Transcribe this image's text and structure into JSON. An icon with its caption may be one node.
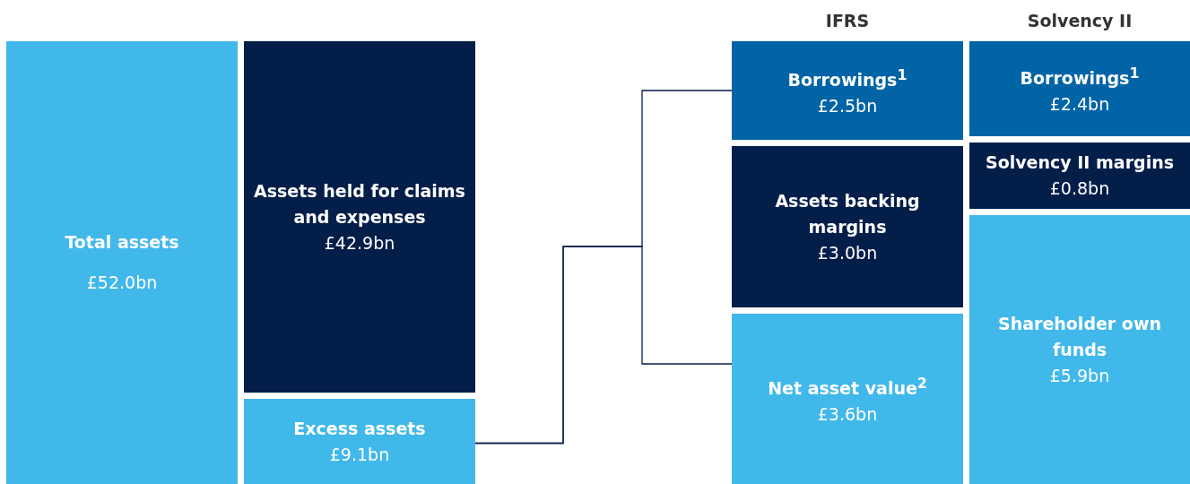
{
  "diagram": {
    "nodes": [
      {
        "text": [
          "Total assets",
          "£52.0bn"
        ]
      },
      {
        "text": [
          "Assets held for claims and expenses",
          "£42.9bn"
        ]
      },
      {
        "text": [
          "Excess assets",
          "£9.1bn"
        ]
      },
      {
        "text": [
          "Borrowings$^{1}$",
          "£2.5bn"
        ]
      },
      {
        "text": [
          "Assets backing margins",
          "£3.0bn"
        ]
      },
      {
        "text": [
          "Net asset value$^{2}$",
          "£3.6bn"
        ]
      },
      {
        "text": [
          "Borrowings$^{1}$",
          "£2.4bn"
        ]
      },
      {
        "text": [
          "Solvency II margins",
          "£0.8bn"
        ]
      },
      {
        "text": [
          "Shareholder own funds",
          "£5.9bn"
        ]
      }
    ],
    "edges": [
      {
        "from": 2,
        "to": 3,
        "arrow": "none"
      },
      {
        "from": 2,
        "to": 5,
        "arrow": "none"
      }
    ],
    "labels": [
      "IFRS",
      "Solvency II"
    ]
  }
}
